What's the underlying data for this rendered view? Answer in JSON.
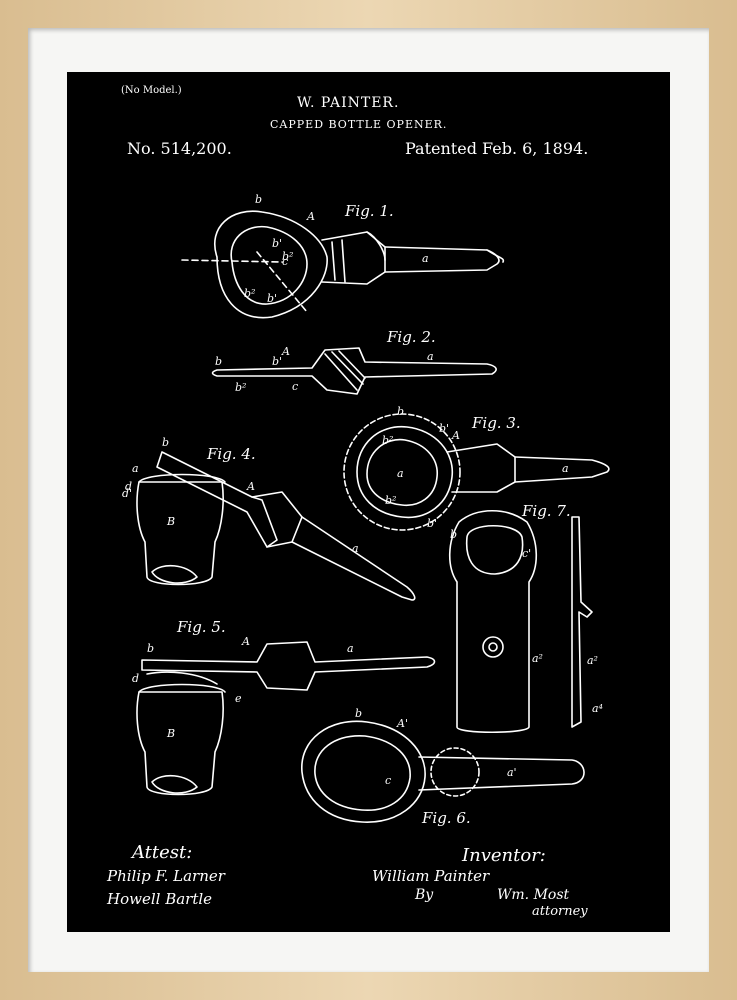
{
  "header": {
    "model_note": "(No Model.)",
    "inventor": "W. PAINTER.",
    "title": "CAPPED BOTTLE OPENER.",
    "patent_number": "No. 514,200.",
    "patent_date": "Patented Feb. 6, 1894."
  },
  "figures": {
    "fig1": "Fig. 1.",
    "fig2": "Fig. 2.",
    "fig3": "Fig. 3.",
    "fig4": "Fig. 4.",
    "fig5": "Fig. 5.",
    "fig6": "Fig. 6.",
    "fig7": "Fig. 7."
  },
  "signatures": {
    "attest_label": "Attest:",
    "witness1": "Philip F. Larner",
    "witness2": "Howell Bartle",
    "inventor_label": "Inventor:",
    "inventor_signature": "William Painter",
    "by_label": "By",
    "attorney_signature": "Wm. Most",
    "attorney_label": "attorney"
  },
  "colors": {
    "frame": "#e2c9a0",
    "mat": "#f6f6f4",
    "print_background": "#000000",
    "ink": "#ffffff"
  }
}
